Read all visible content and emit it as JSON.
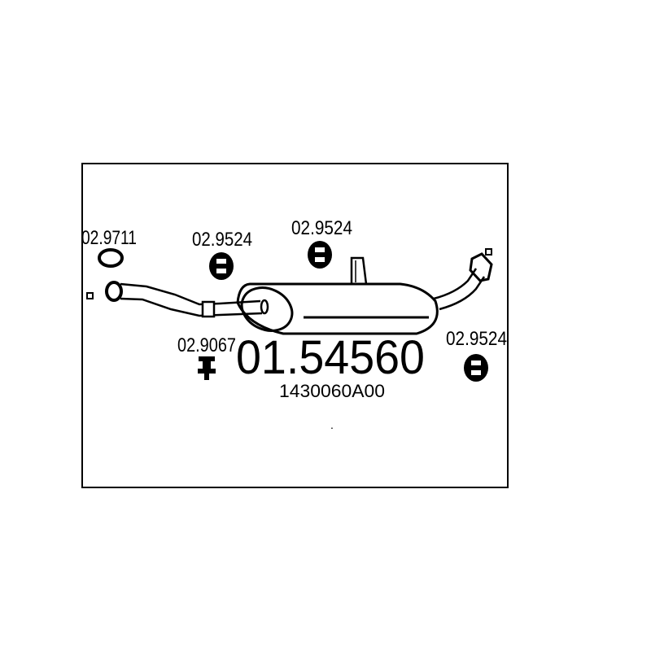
{
  "diagram": {
    "main_part_number": "01.54560",
    "oem_number": "1430060A00",
    "dot": ".",
    "components": [
      {
        "label": "02.9711",
        "icon": "gasket-ring-icon"
      },
      {
        "label": "02.9524",
        "icon": "rubber-mount-icon"
      },
      {
        "label": "02.9524",
        "icon": "rubber-mount-icon"
      },
      {
        "label": "02.9067",
        "icon": "bracket-mount-icon"
      },
      {
        "label": "02.9524",
        "icon": "rubber-mount-icon"
      }
    ]
  }
}
